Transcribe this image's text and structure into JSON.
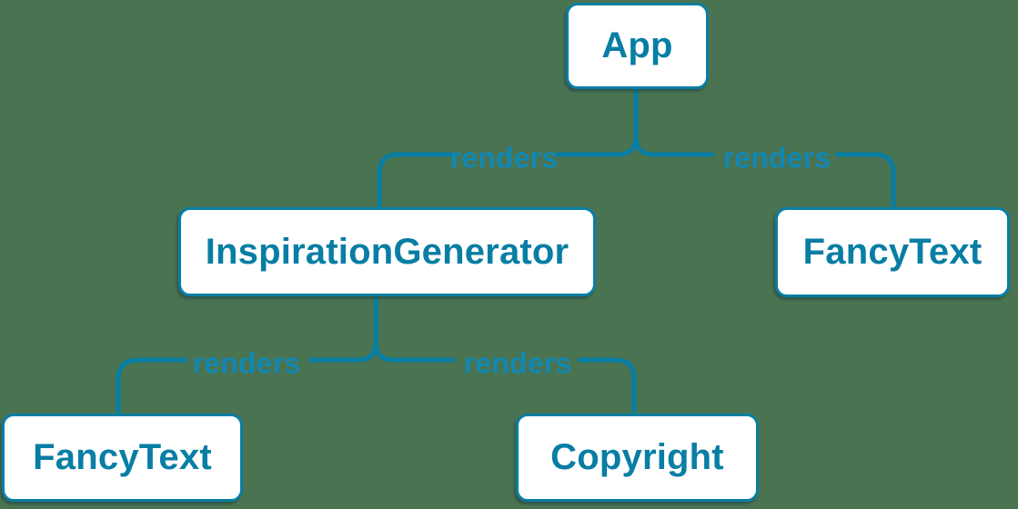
{
  "colors": {
    "background": "#4a7352",
    "accent_blue": "#087ea4",
    "label_blue": "#1287b2",
    "node_fill": "#ffffff"
  },
  "diagram": {
    "type": "component-render-tree",
    "nodes": [
      {
        "id": "app",
        "label": "App"
      },
      {
        "id": "inspiration-generator",
        "label": "InspirationGenerator"
      },
      {
        "id": "fancy-text-top-right",
        "label": "FancyText"
      },
      {
        "id": "fancy-text-bottom-left",
        "label": "FancyText"
      },
      {
        "id": "copyright",
        "label": "Copyright"
      }
    ],
    "edges": [
      {
        "from": "App",
        "to": "InspirationGenerator",
        "label": "renders"
      },
      {
        "from": "App",
        "to": "FancyText",
        "label": "renders"
      },
      {
        "from": "InspirationGenerator",
        "to": "FancyText",
        "label": "renders"
      },
      {
        "from": "InspirationGenerator",
        "to": "Copyright",
        "label": "renders"
      }
    ]
  }
}
